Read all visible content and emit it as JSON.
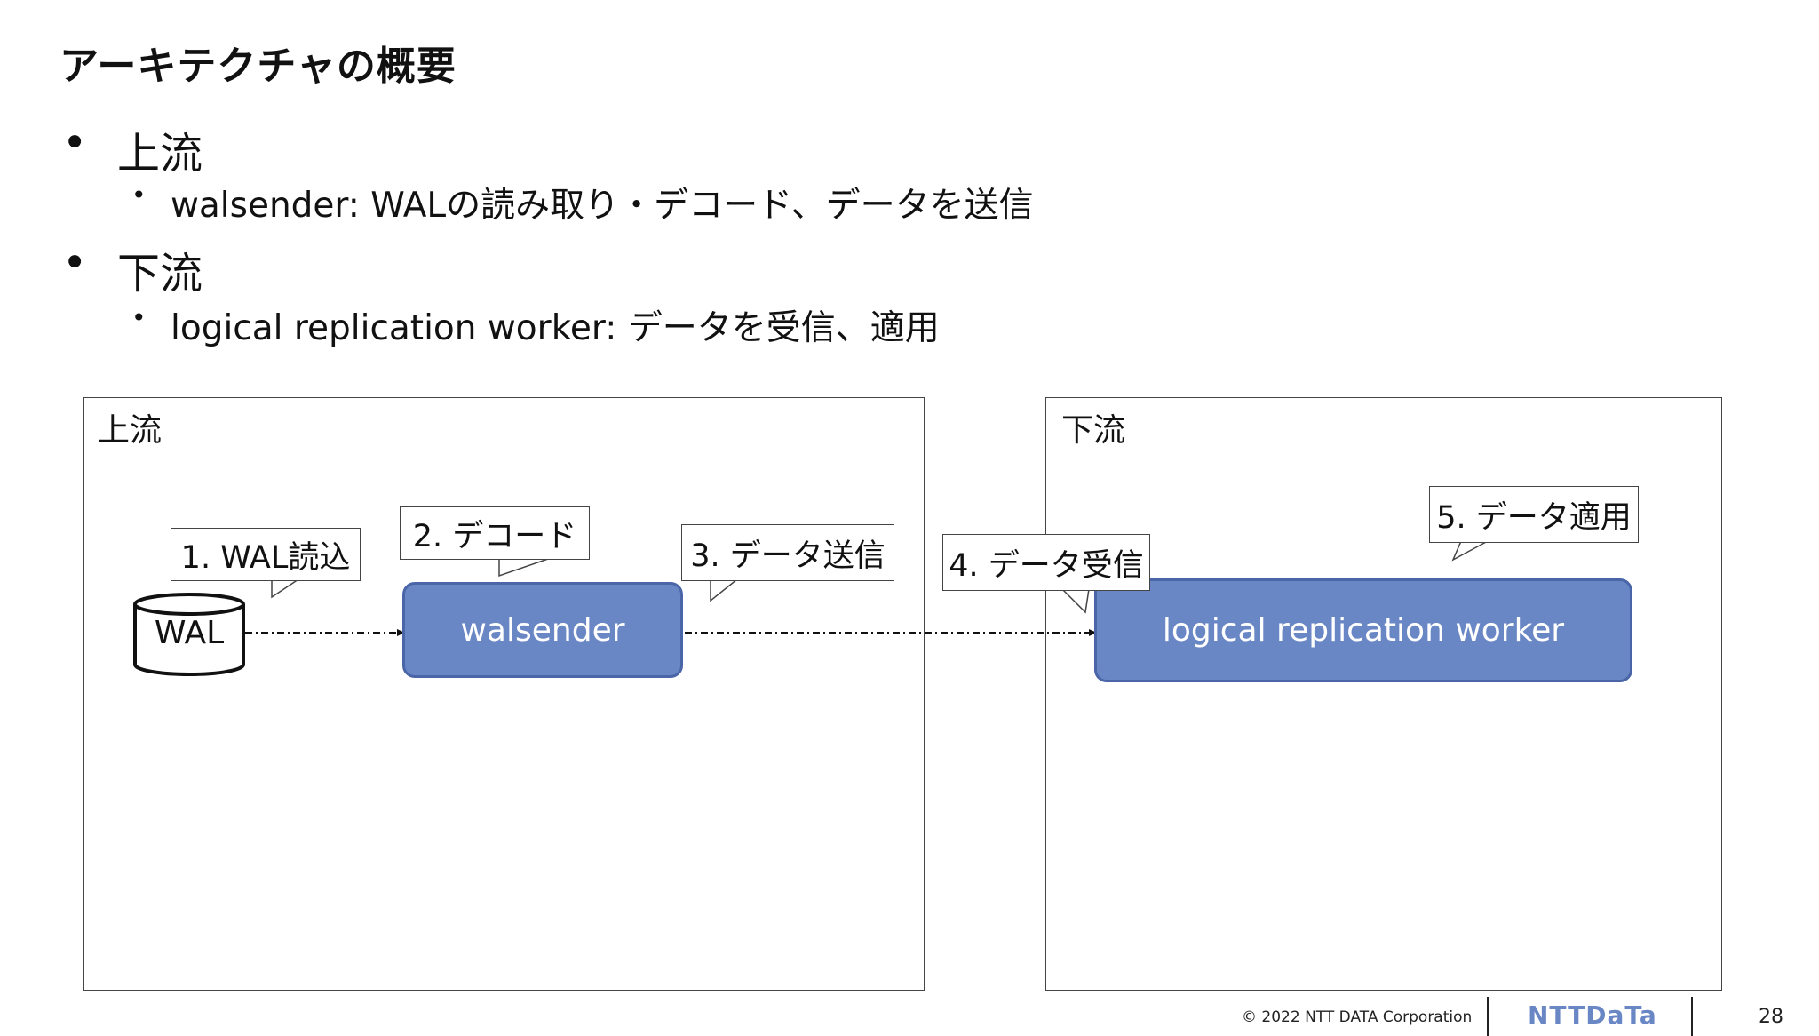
{
  "slide": {
    "title": "アーキテクチャの概要",
    "bullets": [
      {
        "text": "上流",
        "sub": "walsender: WALの読み取り・デコード、データを送信"
      },
      {
        "text": "下流",
        "sub": "logical replication worker: データを受信、適用"
      }
    ]
  },
  "diagram": {
    "upstream_label": "上流",
    "downstream_label": "下流",
    "wal_label": "WAL",
    "walsender_label": "walsender",
    "worker_label": "logical replication worker",
    "callouts": {
      "c1": "1. WAL読込",
      "c2": "2. デコード",
      "c3": "3. データ送信",
      "c4": "4. データ受信",
      "c5": "5. データ適用"
    },
    "colors": {
      "process_fill": "#6a87c5",
      "process_border": "#4a66a8"
    }
  },
  "footer": {
    "copyright": "© 2022 NTT DATA Corporation",
    "logo": "NTTDaTa",
    "page": "28"
  }
}
